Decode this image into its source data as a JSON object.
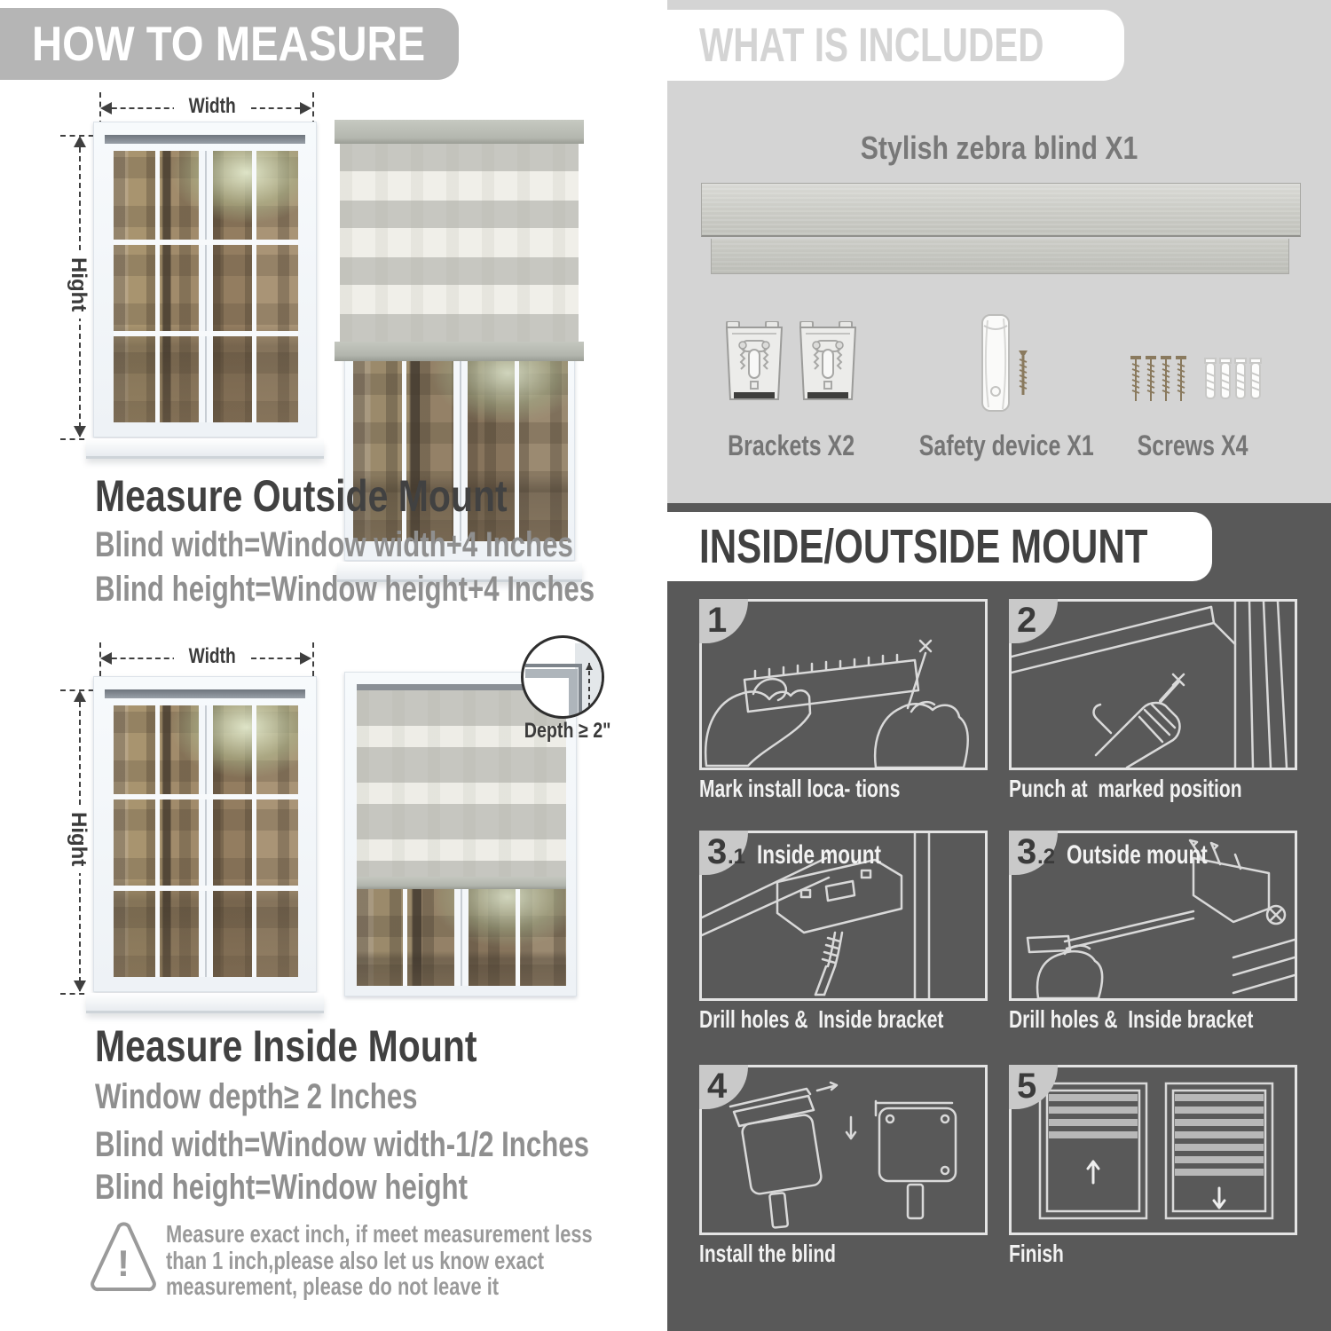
{
  "left": {
    "header": "HOW TO MEASURE",
    "width_label": "Width",
    "height_label": "Hight",
    "outside": {
      "title": "Measure Outside Mount",
      "line1": "Blind width=Window width+4 Inches",
      "line2": "Blind height=Window height+4 Inches"
    },
    "inside": {
      "title": "Measure Inside Mount",
      "line1": "Window depth≥ 2 Inches",
      "line2": "Blind width=Window width-1/2 Inches",
      "line3": "Blind height=Window height",
      "depth_label": "Depth ≥ 2\""
    },
    "warning": {
      "line1": "Measure exact inch, if meet measurement less",
      "line2": "than 1 inch,please also let us know exact",
      "line3": "measurement, please do not leave it"
    }
  },
  "included": {
    "header": "WHAT IS INCLUDED",
    "blind_label": "Stylish zebra blind X1",
    "items": [
      {
        "label": "Brackets X2"
      },
      {
        "label": "Safety device X1"
      },
      {
        "label": "Screws X4"
      }
    ]
  },
  "mount": {
    "header": "INSIDE/OUTSIDE MOUNT",
    "steps": [
      {
        "num": "1",
        "sub": "",
        "inner_label": "",
        "caption": "Mark install loca- tions"
      },
      {
        "num": "2",
        "sub": "",
        "inner_label": "",
        "caption": "Punch at  marked position"
      },
      {
        "num": "3",
        "sub": ".1",
        "inner_label": "Inside mount",
        "caption": "Drill holes &  Inside bracket"
      },
      {
        "num": "3",
        "sub": ".2",
        "inner_label": "Outside mount",
        "caption": "Drill holes &  Inside bracket"
      },
      {
        "num": "4",
        "sub": "",
        "inner_label": "",
        "caption": "Install the blind"
      },
      {
        "num": "5",
        "sub": "",
        "inner_label": "",
        "caption": "Finish"
      }
    ]
  },
  "colors": {
    "accent_gray": "#b5b5b5",
    "panel_light": "#d4d4d4",
    "panel_dark": "#595959",
    "title_text": "#414141",
    "sub_text": "#8f8f8f"
  }
}
